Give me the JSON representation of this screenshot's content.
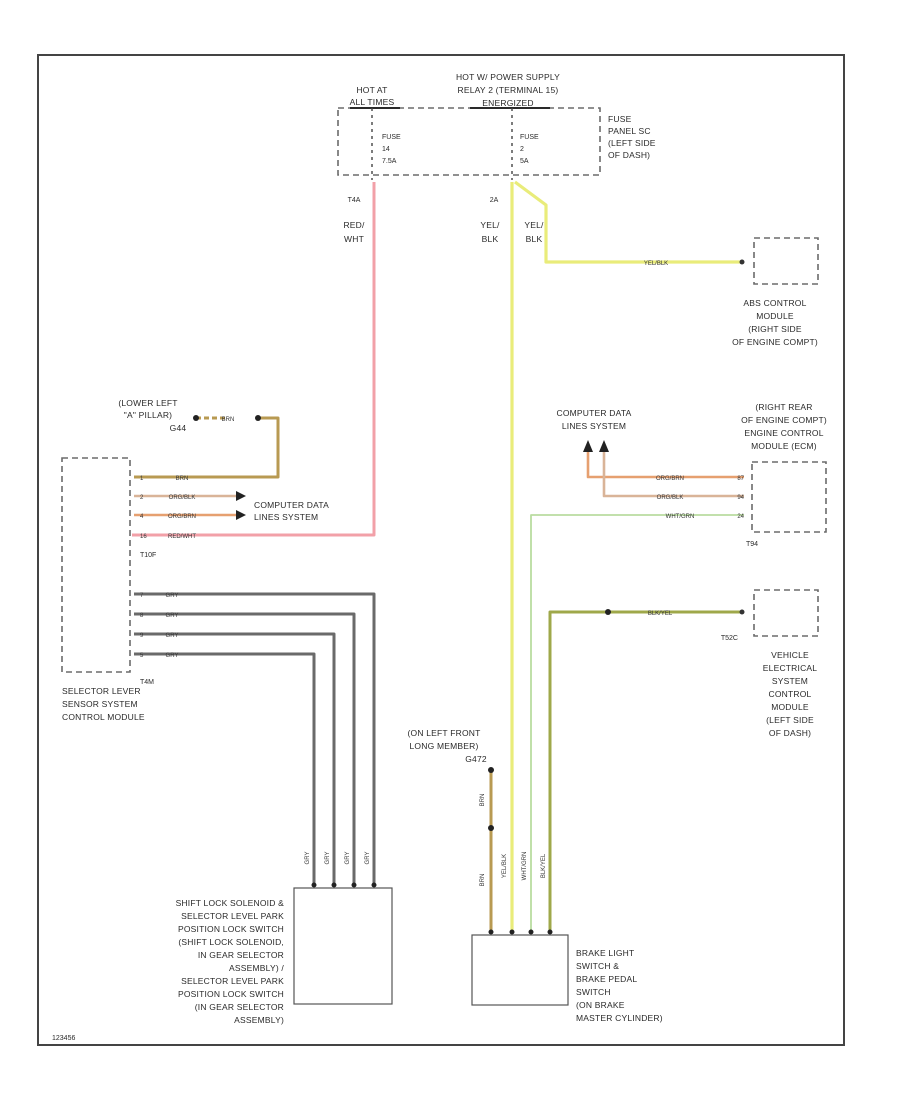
{
  "diagram": {
    "footer_code": "123456",
    "top": {
      "hot_at_all_times": [
        "HOT AT",
        "ALL TIMES"
      ],
      "hot_power_relay": [
        "HOT W/ POWER SUPPLY",
        "RELAY 2 (TERMINAL 15)",
        "ENERGIZED"
      ],
      "fuse_1": [
        "FUSE",
        "14",
        "7.5A"
      ],
      "fuse_2": [
        "FUSE",
        "2",
        "5A"
      ],
      "fuse_panel": [
        "FUSE",
        "PANEL SC",
        "(LEFT SIDE",
        "OF DASH)"
      ],
      "pin_left": "T4A",
      "pin_right": "2A"
    },
    "wires": {
      "red_wht": [
        "RED/",
        "WHT"
      ],
      "yel_blk_1": [
        "YEL/",
        "BLK"
      ],
      "yel_blk_2": [
        "YEL/",
        "BLK"
      ],
      "yel_blk_h": "YEL/BLK",
      "brn_g": "BRN",
      "brn_1": "BRN",
      "org_blk_1": "ORG/BLK",
      "org_brn_1": "ORG/BRN",
      "red_wht_h": "RED/WHT",
      "gry_1": "GRY",
      "gry_2": "GRY",
      "gry_3": "GRY",
      "gry_4": "GRY",
      "org_brn_2": "ORG/BRN",
      "org_blk_2": "ORG/BLK",
      "wht_grn": "WHT/GRN",
      "blk_yel": "BLK/YEL",
      "brn_v": "BRN",
      "brn_v2": "BRN",
      "yel_blk_v": "YEL/BLK",
      "wht_grn_v": "WHT/GRN",
      "blk_yel_v": "BLK/YEL",
      "gry_v1": "GRY",
      "gry_v2": "GRY",
      "gry_v3": "GRY",
      "gry_v4": "GRY"
    },
    "abs_module": [
      "ABS CONTROL",
      "MODULE",
      "(RIGHT SIDE",
      "OF ENGINE COMPT)"
    ],
    "lower_left_pillar": [
      "(LOWER LEFT",
      "\"A\" PILLAR)",
      "G44"
    ],
    "computer_data_left": [
      "COMPUTER DATA",
      "LINES SYSTEM"
    ],
    "computer_data_right": [
      "COMPUTER DATA",
      "LINES SYSTEM"
    ],
    "engine_control": [
      "(RIGHT REAR",
      "OF ENGINE COMPT)",
      "ENGINE CONTROL",
      "MODULE (ECM)"
    ],
    "engine_pins": [
      "87",
      "94",
      "24"
    ],
    "engine_connector": "T94",
    "selector_pins_top": [
      "1",
      "2",
      "4",
      "16"
    ],
    "selector_connector_a": "T10F",
    "selector_pins_bottom": [
      "7",
      "8",
      "9",
      "5"
    ],
    "selector_connector_b": "T4M",
    "selector_module": [
      "SELECTOR LEVER",
      "SENSOR SYSTEM",
      "CONTROL MODULE"
    ],
    "vehicle_module": [
      "VEHICLE",
      "ELECTRICAL",
      "SYSTEM",
      "CONTROL",
      "MODULE",
      "(LEFT SIDE",
      "OF DASH)"
    ],
    "vehicle_connector": "T52C",
    "front_long_member": [
      "(ON LEFT FRONT",
      "LONG MEMBER)",
      "G472"
    ],
    "shift_lock": [
      "SHIFT LOCK SOLENOID &",
      "SELECTOR LEVEL PARK",
      "POSITION LOCK SWITCH",
      "(SHIFT LOCK SOLENOID,",
      "IN GEAR SELECTOR",
      "ASSEMBLY) /",
      "SELECTOR LEVEL PARK",
      "POSITION LOCK SWITCH",
      "(IN GEAR SELECTOR",
      "ASSEMBLY)"
    ],
    "brake_switch": [
      "BRAKE LIGHT",
      "SWITCH &",
      "BRAKE PEDAL",
      "SWITCH",
      "(ON BRAKE",
      "MASTER CYLINDER)"
    ]
  },
  "colors": {
    "red_wire": "#f2a0a8",
    "yellow_wire": "#e9ec7a",
    "brown_wire": "#b89a52",
    "orange_wire": "#e6a070",
    "orange_brown_wire": "#d9b498",
    "gray_wire": "#6a6a6a",
    "green_wire": "#b9dca0",
    "olive_wire": "#9fa84a",
    "frame": "#444444"
  }
}
